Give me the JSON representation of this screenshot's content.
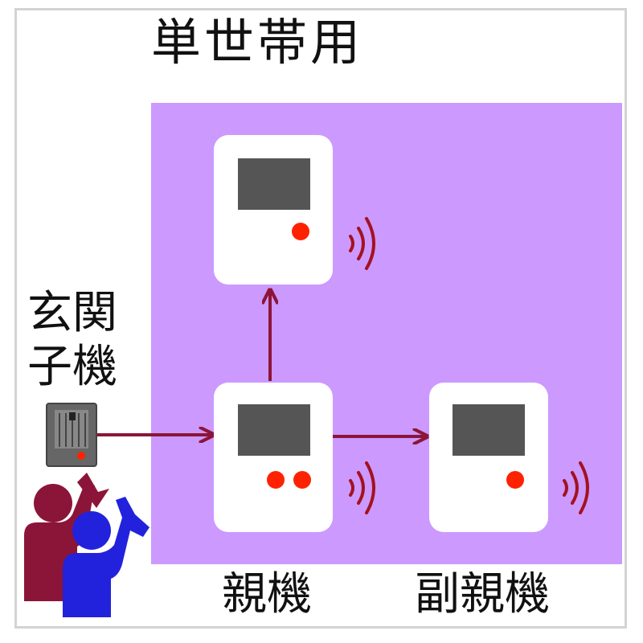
{
  "diagram": {
    "title": "単世帯用",
    "entrance_label": "玄関子機",
    "parent_label": "親機",
    "sub_label": "副親機"
  },
  "colors": {
    "room": "#cc99ff",
    "device_body": "#ffffff",
    "screen": "#555555",
    "button": "#ff2200",
    "arrow": "#8b1538",
    "sound_wave": "#a31220",
    "person_back": "#8b1538",
    "person_front": "#2222dd"
  }
}
